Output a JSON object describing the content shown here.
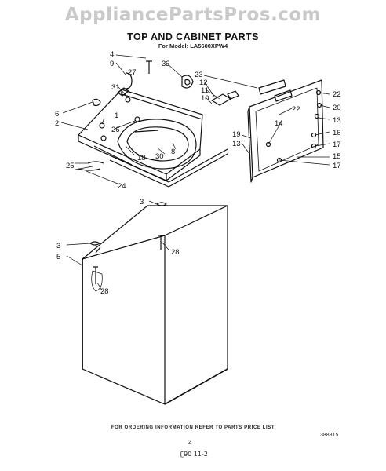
{
  "watermark": "AppliancePartsPros.com",
  "title": "TOP AND CABINET PARTS",
  "model": "For Model: LA5600XPW4",
  "footer_note": "FOR ORDERING INFORMATION REFER TO PARTS PRICE LIST",
  "page_number": "2",
  "code": "388315",
  "stamp": "ʗ90 11-2",
  "callouts": {
    "c4": "4",
    "c9": "9",
    "c27": "27",
    "c33": "33",
    "c31": "31",
    "c1": "1",
    "c6": "6",
    "c2": "2",
    "c26": "26",
    "c25": "25",
    "c18": "18",
    "c30": "30",
    "c8": "8",
    "c24": "24",
    "c23": "23",
    "c12": "12",
    "c11": "11",
    "c10": "10",
    "c22a": "22",
    "c22b": "22",
    "c20": "20",
    "c13a": "13",
    "c14": "14",
    "c16": "16",
    "c19": "19",
    "c13b": "13",
    "c17a": "17",
    "c15": "15",
    "c17b": "17",
    "c3a": "3",
    "c28a": "28",
    "c3b": "3",
    "c5": "5",
    "c28b": "28"
  }
}
